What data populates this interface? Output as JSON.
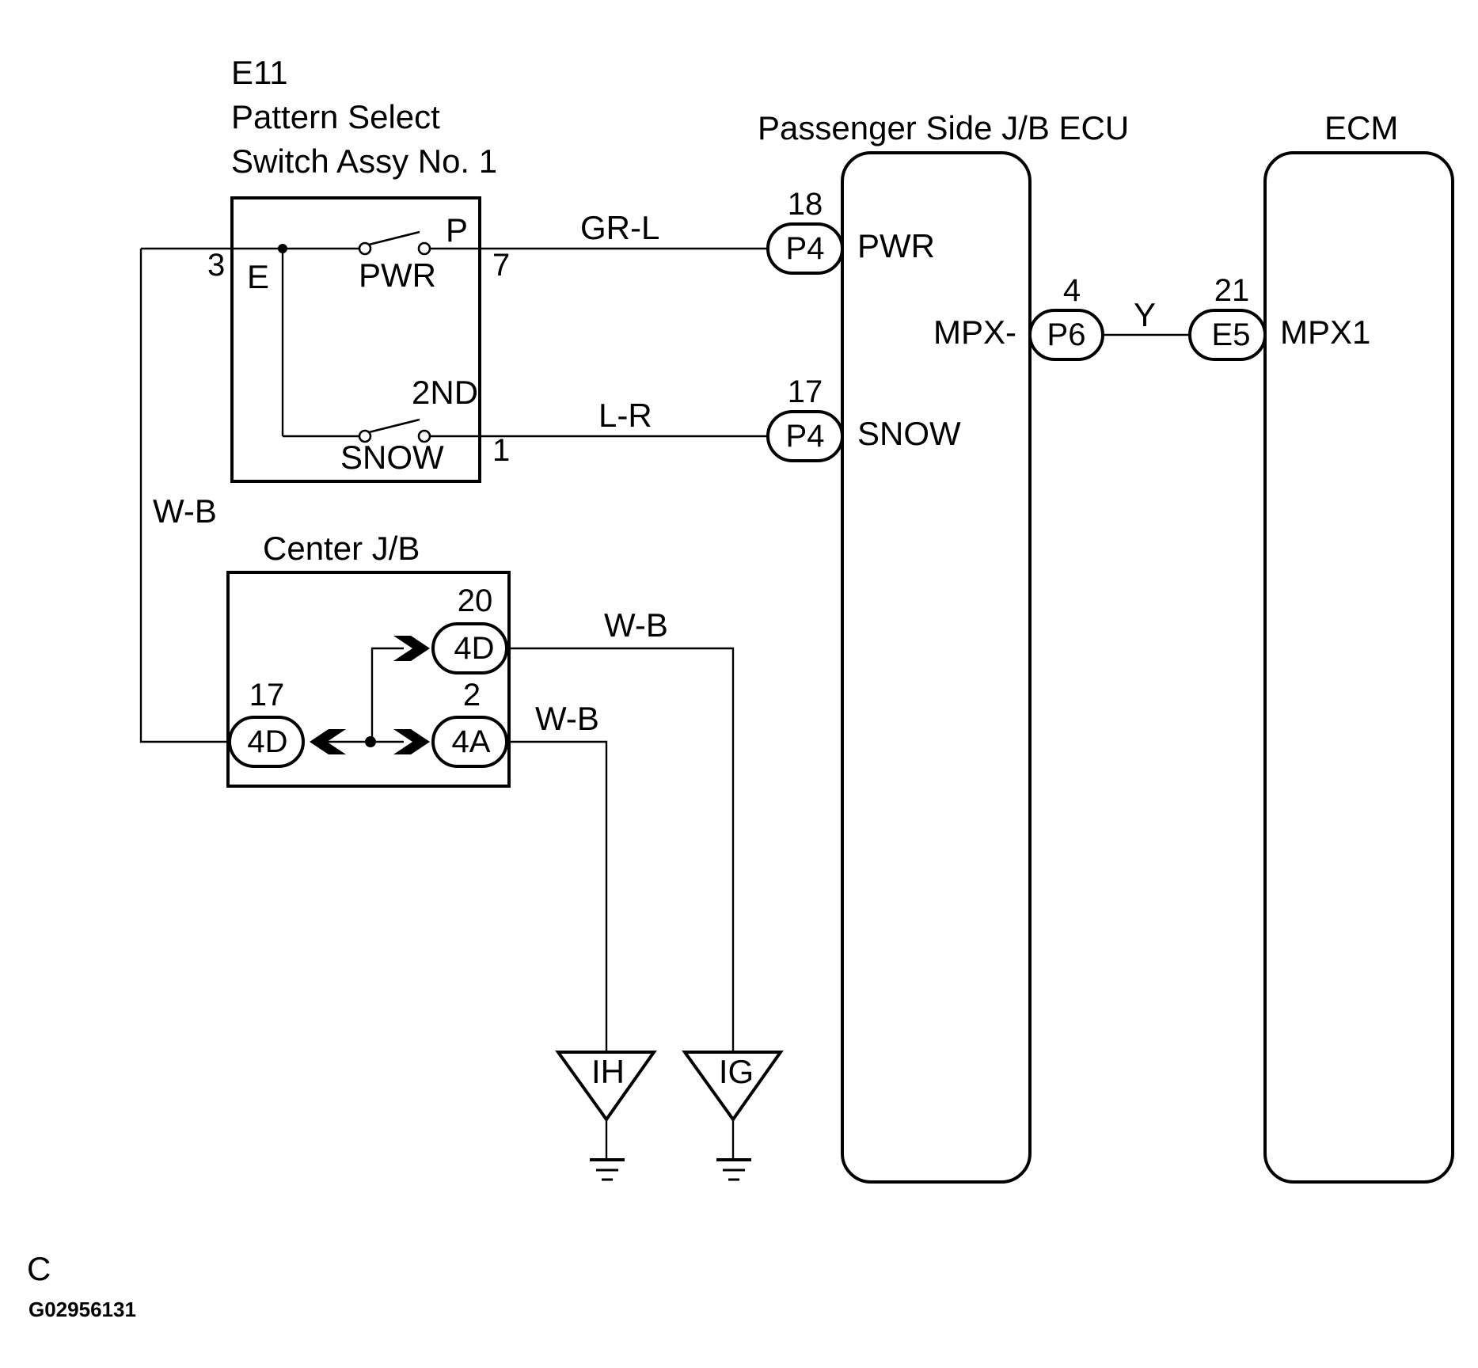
{
  "switch_assy": {
    "code": "E11",
    "name_line1": "Pattern Select",
    "name_line2": "Switch Assy No. 1",
    "pin_3": "3",
    "pin_7": "7",
    "pin_1": "1",
    "term_e": "E",
    "term_p": "P",
    "term_2nd": "2ND",
    "sw_pwr": "PWR",
    "sw_snow": "SNOW"
  },
  "wires": {
    "gr_l": "GR-L",
    "l_r": "L-R",
    "y": "Y",
    "w_b_left": "W-B",
    "w_b_upper": "W-B",
    "w_b_lower": "W-B"
  },
  "passenger_jb_ecu": {
    "title": "Passenger Side J/B ECU",
    "pin_pwr": "18",
    "conn_pwr": "P4",
    "term_pwr": "PWR",
    "pin_snow": "17",
    "conn_snow": "P4",
    "term_snow": "SNOW",
    "pin_mpx": "4",
    "conn_mpx": "P6",
    "term_mpx": "MPX-"
  },
  "ecm": {
    "title": "ECM",
    "pin_mpx1": "21",
    "conn_mpx1": "E5",
    "term_mpx1": "MPX1"
  },
  "center_jb": {
    "title": "Center J/B",
    "pin_17": "17",
    "conn_17": "4D",
    "pin_20": "20",
    "conn_20": "4D",
    "pin_2": "2",
    "conn_2": "4A"
  },
  "grounds": {
    "ih": "IH",
    "ig": "IG"
  },
  "footer": {
    "letter": "C",
    "code": "G02956131"
  }
}
